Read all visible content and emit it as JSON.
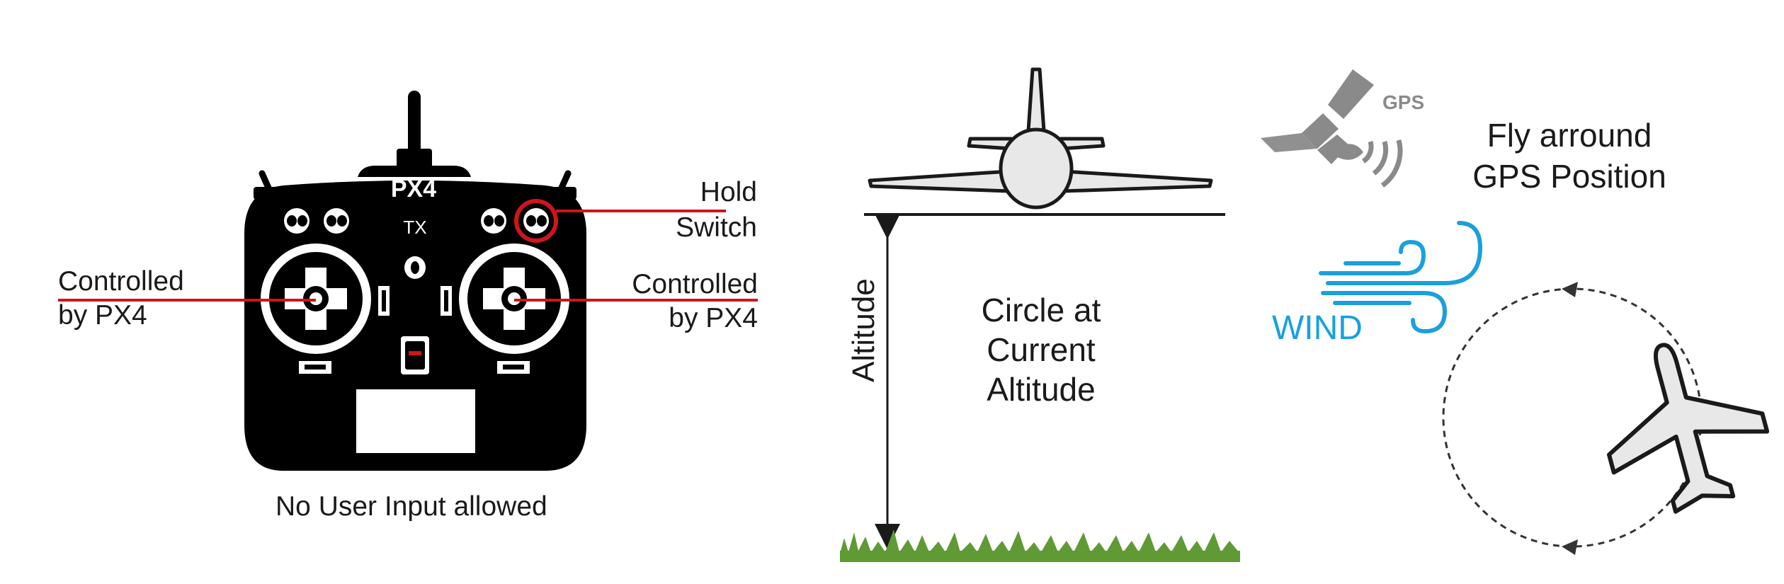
{
  "remote": {
    "brand_label": "PX4",
    "tx_label": "TX",
    "hold_switch_label_line1": "Hold",
    "hold_switch_label_line2": "Switch",
    "left_stick_label_line1": "Controlled",
    "left_stick_label_line2": "by PX4",
    "right_stick_label_line1": "Controlled",
    "right_stick_label_line2": "by PX4",
    "caption": "No User Input allowed"
  },
  "altitude_diagram": {
    "axis_label": "Altitude",
    "caption_line1": "Circle at",
    "caption_line2": "Current",
    "caption_line3": "Altitude"
  },
  "gps_diagram": {
    "gps_label": "GPS",
    "title_line1": "Fly arround",
    "title_line2": "GPS Position",
    "wind_label": "WIND"
  },
  "colors": {
    "remote_body": "#000000",
    "highlight_red": "#d0141b",
    "wind_blue": "#1aa0dc",
    "grass_green": "#5f9a35",
    "plane_fill": "#e8e8e8",
    "satellite_gray": "#8a8a8a"
  },
  "icons": [
    "rc-transmitter-icon",
    "airplane-front-icon",
    "grass-icon",
    "satellite-icon",
    "wind-icon",
    "airplane-top-icon",
    "circular-path-icon"
  ]
}
